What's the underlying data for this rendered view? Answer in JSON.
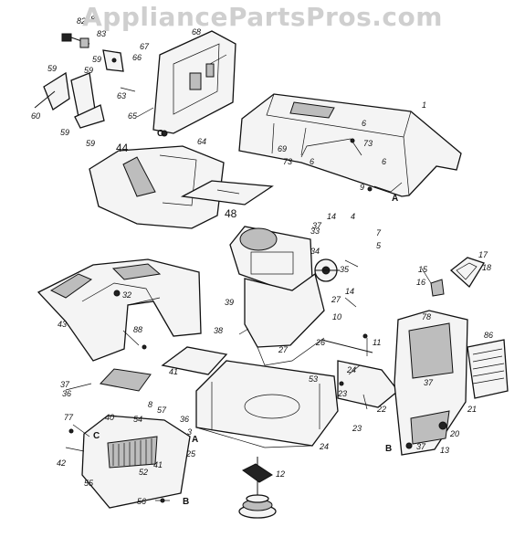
{
  "watermark": "AppliancePartsPros.com",
  "callouts": [
    "1",
    "3",
    "4",
    "5",
    "6",
    "6",
    "6",
    "7",
    "8",
    "8",
    "9",
    "10",
    "11",
    "12",
    "13",
    "14",
    "14",
    "15",
    "16",
    "17",
    "18",
    "20",
    "21",
    "22",
    "23",
    "23",
    "24",
    "24",
    "25",
    "26",
    "27",
    "27",
    "32",
    "33",
    "34",
    "35",
    "36",
    "36",
    "37",
    "37",
    "37",
    "37",
    "38",
    "39",
    "40",
    "41",
    "41",
    "42",
    "43",
    "44",
    "48",
    "52",
    "53",
    "54",
    "55",
    "56",
    "57",
    "59",
    "59",
    "59",
    "59",
    "59",
    "60",
    "63",
    "64",
    "65",
    "66",
    "67",
    "68",
    "69",
    "73",
    "73",
    "77",
    "78",
    "82",
    "83",
    "86",
    "88"
  ],
  "ref_letters": [
    "A",
    "A",
    "B",
    "B",
    "C",
    "C"
  ]
}
